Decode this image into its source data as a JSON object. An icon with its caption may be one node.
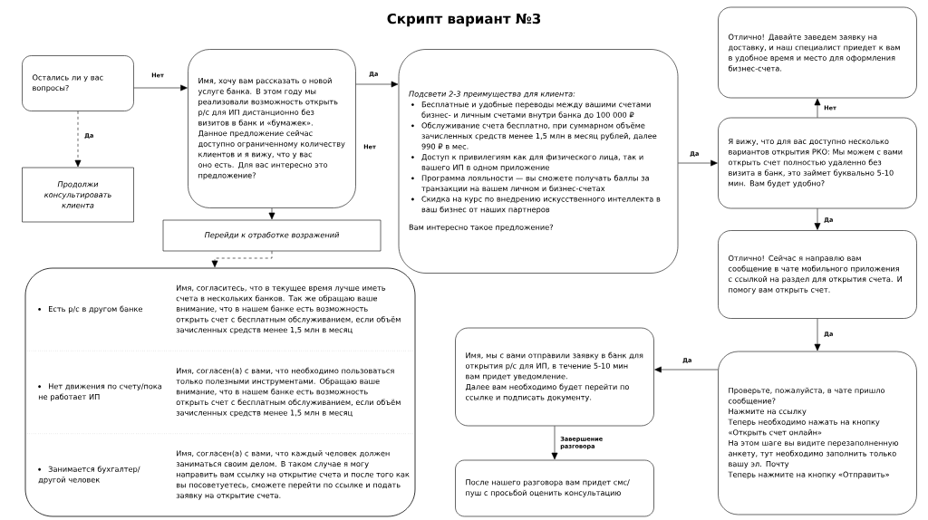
{
  "diagram": {
    "title": "Скрипт вариант №3",
    "nodes": [
      {
        "text": [
          "Остались ли у вас вопросы?"
        ]
      },
      {
        "text": [
          "Продолжи консультировать клиента"
        ]
      },
      {
        "text": [
          "Имя, хочу вам рассказать о новой услуге банка. В этом году мы реализовали возможность открыть р/с для ИП дистанционно без визитов в банк и «бумажек». Данное предложение сейчас доступно ограниченному количеству клиентов и я вижу, что у вас оно есть. Для вас интересно это предложение?"
        ]
      },
      {
        "text": [
          "Перейди к отработке возражений"
        ]
      },
      {
        "text": [
          "Есть р/с в другом банке",
          "Имя, согласитесь, что в текущее время лучше иметь счета в нескольких банков. Так же обращаю ваше внимание, что в нашем банке есть возможность открыть счет с бесплатным обслуживанием, если объём зачисленных средств менее 1,5 млн в месяц",
          "Нет движения по счету/пока не работает ИП",
          "Имя, согласен(а) с вами, что необходимо пользоваться только полезными инструментами. Обращаю ваше внимание, что в нашем банке есть возможность открыть счет с бесплатным обслуживанием, если объём зачисленных средств менее 1,5 млн в месяц",
          "Занимается бухгалтер/ другой человек",
          "Имя, согласен(а) с вами, что каждый человек должен заниматься своим делом. В таком случае я могу направить вам ссылку на открытие счета и после того как вы посоветуетесь, сможете перейти по ссылке и подать заявку на открытие счета."
        ]
      },
      {
        "text": [
          "Подсвети 2-3 преимущества для клиента:",
          "Бесплатные и удобные переводы между вашими счетами бизнес- и личным счетами внутри банка до 100 000 ₽",
          "Обслуживание счета бесплатно, при суммарном объёме зачисленных средств менее 1,5 млн в месяц рублей, далее 990 ₽ в мес.",
          "Доступ к привилегиям как для физического лица, так и вашего ИП в одном приложение",
          "Программа лояльности — вы сможете получать баллы за транзакции на вашем личном и бизнес-счетах",
          "Скидка на курс по внедрению искусственного интеллекта в ваш бизнес от наших партнеров",
          "Вам интересно такое предложение?"
        ]
      },
      {
        "text": [
          "Отлично! Давайте заведем заявку на доставку, и наш специалист приедет к вам в удобное время и место для оформления бизнес-счета."
        ]
      },
      {
        "text": [
          "Я вижу, что для вас доступно несколько вариантов открытия РКО: Мы можем с вами открыть счет полностью удаленно без визита в банк, это займет буквально 5-10 мин. Вам будет удобно?"
        ]
      },
      {
        "text": [
          "Отлично! Сейчас я направлю вам сообщение в чате мобильного приложения с ссылкой на раздел для открытия счета. И помогу вам открыть счет."
        ]
      },
      {
        "text": [
          "Проверьте, пожалуйста, в чате пришло сообщение?",
          "Нажмите на ссылку",
          "Теперь необходимо нажать на кнопку «Открыть счет онлайн»",
          "На этом шаге вы видите перезаполненную анкету, тут необходимо заполнить только вашу эл. Почту",
          "Теперь нажмите на кнопку «Отправить»"
        ]
      },
      {
        "text": [
          "Имя, мы с вами отправили заявку в банк для открытия р/с для ИП, в течение 5-10 мин вам придет уведомление.",
          "Далее вам необходимо будет перейти по ссылке и подписать документу."
        ]
      },
      {
        "text": [
          "После нашего разговора вам придет смс/ пуш с просьбой оценить консультацию"
        ]
      }
    ],
    "edges": [
      {
        "from": 0,
        "to": 1,
        "arrow": "to",
        "label": "Да",
        "style": "dashed"
      },
      {
        "from": 0,
        "to": 2,
        "arrow": "to",
        "label": "Нет"
      },
      {
        "from": 2,
        "to": 5,
        "arrow": "to",
        "label": "Да"
      },
      {
        "from": 2,
        "to": 3,
        "arrow": "to"
      },
      {
        "from": 3,
        "to": 4,
        "arrow": "to",
        "style": "dashed"
      },
      {
        "from": 5,
        "to": 7,
        "arrow": "to",
        "label": "Да"
      },
      {
        "from": 7,
        "to": 6,
        "arrow": "to",
        "label": "Нет"
      },
      {
        "from": 7,
        "to": 8,
        "arrow": "to",
        "label": "Да"
      },
      {
        "from": 8,
        "to": 9,
        "arrow": "to",
        "label": "Да"
      },
      {
        "from": 9,
        "to": 10,
        "arrow": "to",
        "label": "Да"
      },
      {
        "from": 10,
        "to": 11,
        "arrow": "to",
        "label": "Завершение разговора"
      }
    ],
    "labels": [
      "Нет"
    ]
  }
}
